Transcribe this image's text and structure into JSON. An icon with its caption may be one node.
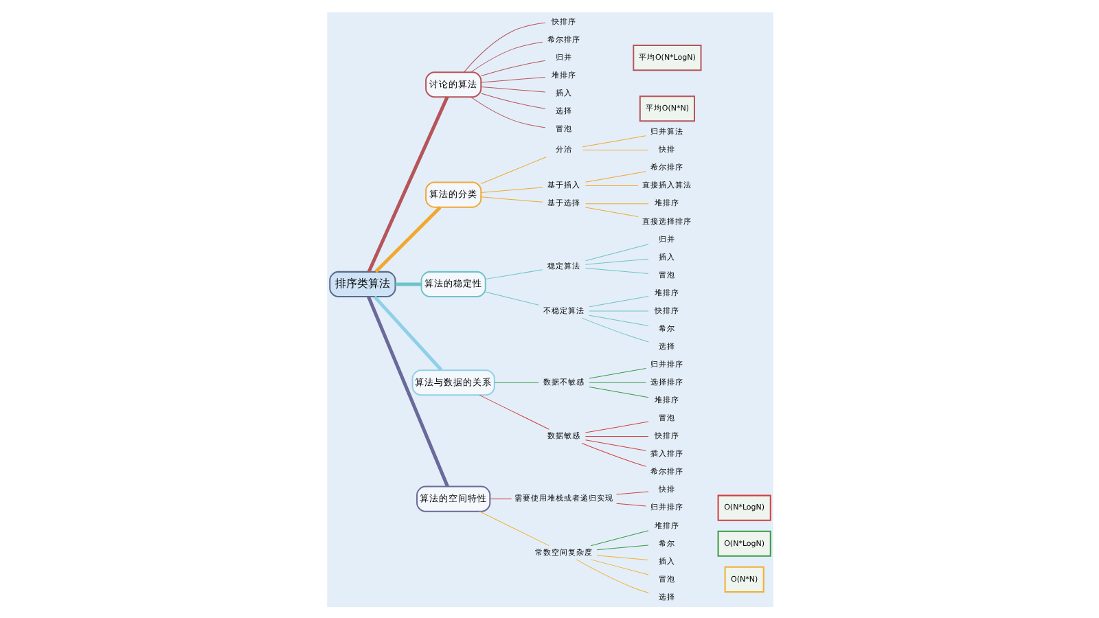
{
  "diagram": {
    "nodes": [
      {
        "text": [
          "排序类算法"
        ]
      },
      {
        "text": [
          "讨论的算法"
        ]
      },
      {
        "text": [
          "快排序"
        ]
      },
      {
        "text": [
          "希尔排序"
        ]
      },
      {
        "text": [
          "归并"
        ]
      },
      {
        "text": [
          "堆排序"
        ]
      },
      {
        "text": [
          "插入"
        ]
      },
      {
        "text": [
          "选择"
        ]
      },
      {
        "text": [
          "冒泡"
        ]
      },
      {
        "text": [
          "平均O(N*LogN)"
        ]
      },
      {
        "text": [
          "平均O(N*N)"
        ]
      },
      {
        "text": [
          "算法的分类"
        ]
      },
      {
        "text": [
          "分治"
        ]
      },
      {
        "text": [
          "归并算法"
        ]
      },
      {
        "text": [
          "快排"
        ]
      },
      {
        "text": [
          "基于插入"
        ]
      },
      {
        "text": [
          "希尔排序"
        ]
      },
      {
        "text": [
          "直接插入算法"
        ]
      },
      {
        "text": [
          "基于选择"
        ]
      },
      {
        "text": [
          "堆排序"
        ]
      },
      {
        "text": [
          "直接选择排序"
        ]
      },
      {
        "text": [
          "算法的稳定性"
        ]
      },
      {
        "text": [
          "稳定算法"
        ]
      },
      {
        "text": [
          "归并"
        ]
      },
      {
        "text": [
          "插入"
        ]
      },
      {
        "text": [
          "冒泡"
        ]
      },
      {
        "text": [
          "不稳定算法"
        ]
      },
      {
        "text": [
          "堆排序"
        ]
      },
      {
        "text": [
          "快排序"
        ]
      },
      {
        "text": [
          "希尔"
        ]
      },
      {
        "text": [
          "选择"
        ]
      },
      {
        "text": [
          "算法与数据的关系"
        ]
      },
      {
        "text": [
          "数据不敏感"
        ]
      },
      {
        "text": [
          "归并排序"
        ]
      },
      {
        "text": [
          "选择排序"
        ]
      },
      {
        "text": [
          "堆排序"
        ]
      },
      {
        "text": [
          "数据敏感"
        ]
      },
      {
        "text": [
          "冒泡"
        ]
      },
      {
        "text": [
          "快排序"
        ]
      },
      {
        "text": [
          "插入排序"
        ]
      },
      {
        "text": [
          "希尔排序"
        ]
      },
      {
        "text": [
          "算法的空间特性"
        ]
      },
      {
        "text": [
          "需要使用堆栈或者递归实现"
        ]
      },
      {
        "text": [
          "快排"
        ]
      },
      {
        "text": [
          "归并排序"
        ]
      },
      {
        "text": [
          "O(N*LogN)"
        ]
      },
      {
        "text": [
          "常数空间复杂度"
        ]
      },
      {
        "text": [
          "堆排序"
        ]
      },
      {
        "text": [
          "希尔"
        ]
      },
      {
        "text": [
          "插入"
        ]
      },
      {
        "text": [
          "冒泡"
        ]
      },
      {
        "text": [
          "选择"
        ]
      },
      {
        "text": [
          "O(N*LogN)"
        ]
      },
      {
        "text": [
          "O(N*N)"
        ]
      }
    ],
    "edges": [
      {
        "from": 0,
        "to": 1,
        "arrow": "none",
        "color": "#b5555a",
        "style": "thick"
      },
      {
        "from": 1,
        "to": 2,
        "arrow": "none",
        "color": "#b5555a"
      },
      {
        "from": 1,
        "to": 3,
        "arrow": "none",
        "color": "#b5555a"
      },
      {
        "from": 1,
        "to": 4,
        "arrow": "none",
        "color": "#b5555a"
      },
      {
        "from": 1,
        "to": 5,
        "arrow": "none",
        "color": "#b5555a"
      },
      {
        "from": 1,
        "to": 6,
        "arrow": "none",
        "color": "#b5555a"
      },
      {
        "from": 1,
        "to": 7,
        "arrow": "none",
        "color": "#b5555a"
      },
      {
        "from": 1,
        "to": 8,
        "arrow": "none",
        "color": "#b5555a"
      },
      {
        "from": 0,
        "to": 11,
        "arrow": "none",
        "color": "#f0a830",
        "style": "thick"
      },
      {
        "from": 11,
        "to": 12,
        "arrow": "none",
        "color": "#f0a830"
      },
      {
        "from": 12,
        "to": 13,
        "arrow": "none",
        "color": "#f0a830"
      },
      {
        "from": 12,
        "to": 14,
        "arrow": "none",
        "color": "#f0a830"
      },
      {
        "from": 11,
        "to": 15,
        "arrow": "none",
        "color": "#f0a830"
      },
      {
        "from": 15,
        "to": 16,
        "arrow": "none",
        "color": "#f0a830"
      },
      {
        "from": 15,
        "to": 17,
        "arrow": "none",
        "color": "#f0a830"
      },
      {
        "from": 11,
        "to": 18,
        "arrow": "none",
        "color": "#f0a830"
      },
      {
        "from": 18,
        "to": 19,
        "arrow": "none",
        "color": "#f0a830"
      },
      {
        "from": 18,
        "to": 20,
        "arrow": "none",
        "color": "#f0a830"
      },
      {
        "from": 0,
        "to": 21,
        "arrow": "none",
        "color": "#6ec3c8",
        "style": "thick"
      },
      {
        "from": 21,
        "to": 22,
        "arrow": "none",
        "color": "#6ec3c8"
      },
      {
        "from": 22,
        "to": 23,
        "arrow": "none",
        "color": "#6ec3c8"
      },
      {
        "from": 22,
        "to": 24,
        "arrow": "none",
        "color": "#6ec3c8"
      },
      {
        "from": 22,
        "to": 25,
        "arrow": "none",
        "color": "#6ec3c8"
      },
      {
        "from": 21,
        "to": 26,
        "arrow": "none",
        "color": "#6ec3c8"
      },
      {
        "from": 26,
        "to": 27,
        "arrow": "none",
        "color": "#6ec3c8"
      },
      {
        "from": 26,
        "to": 28,
        "arrow": "none",
        "color": "#6ec3c8"
      },
      {
        "from": 26,
        "to": 29,
        "arrow": "none",
        "color": "#6ec3c8"
      },
      {
        "from": 26,
        "to": 30,
        "arrow": "none",
        "color": "#6ec3c8"
      },
      {
        "from": 0,
        "to": 31,
        "arrow": "none",
        "color": "#8fd0e8",
        "style": "thick"
      },
      {
        "from": 31,
        "to": 32,
        "arrow": "none",
        "color": "#3a9a4a"
      },
      {
        "from": 32,
        "to": 33,
        "arrow": "none",
        "color": "#3a9a4a"
      },
      {
        "from": 32,
        "to": 34,
        "arrow": "none",
        "color": "#3a9a4a"
      },
      {
        "from": 32,
        "to": 35,
        "arrow": "none",
        "color": "#3a9a4a"
      },
      {
        "from": 31,
        "to": 36,
        "arrow": "none",
        "color": "#d04040"
      },
      {
        "from": 36,
        "to": 37,
        "arrow": "none",
        "color": "#d04040"
      },
      {
        "from": 36,
        "to": 38,
        "arrow": "none",
        "color": "#d04040"
      },
      {
        "from": 36,
        "to": 39,
        "arrow": "none",
        "color": "#d04040"
      },
      {
        "from": 36,
        "to": 40,
        "arrow": "none",
        "color": "#d04040"
      },
      {
        "from": 0,
        "to": 41,
        "arrow": "none",
        "color": "#6a6a9a",
        "style": "thick"
      },
      {
        "from": 41,
        "to": 42,
        "arrow": "none",
        "color": "#d04040"
      },
      {
        "from": 42,
        "to": 43,
        "arrow": "none",
        "color": "#d04040"
      },
      {
        "from": 42,
        "to": 44,
        "arrow": "none",
        "color": "#d04040"
      },
      {
        "from": 41,
        "to": 46,
        "arrow": "none",
        "color": "#f0b030"
      },
      {
        "from": 46,
        "to": 47,
        "arrow": "none",
        "color": "#3a9a4a"
      },
      {
        "from": 46,
        "to": 48,
        "arrow": "none",
        "color": "#3a9a4a"
      },
      {
        "from": 46,
        "to": 49,
        "arrow": "none",
        "color": "#f0b030"
      },
      {
        "from": 46,
        "to": 50,
        "arrow": "none",
        "color": "#f0b030"
      },
      {
        "from": 46,
        "to": 51,
        "arrow": "none",
        "color": "#f0b030"
      }
    ]
  }
}
